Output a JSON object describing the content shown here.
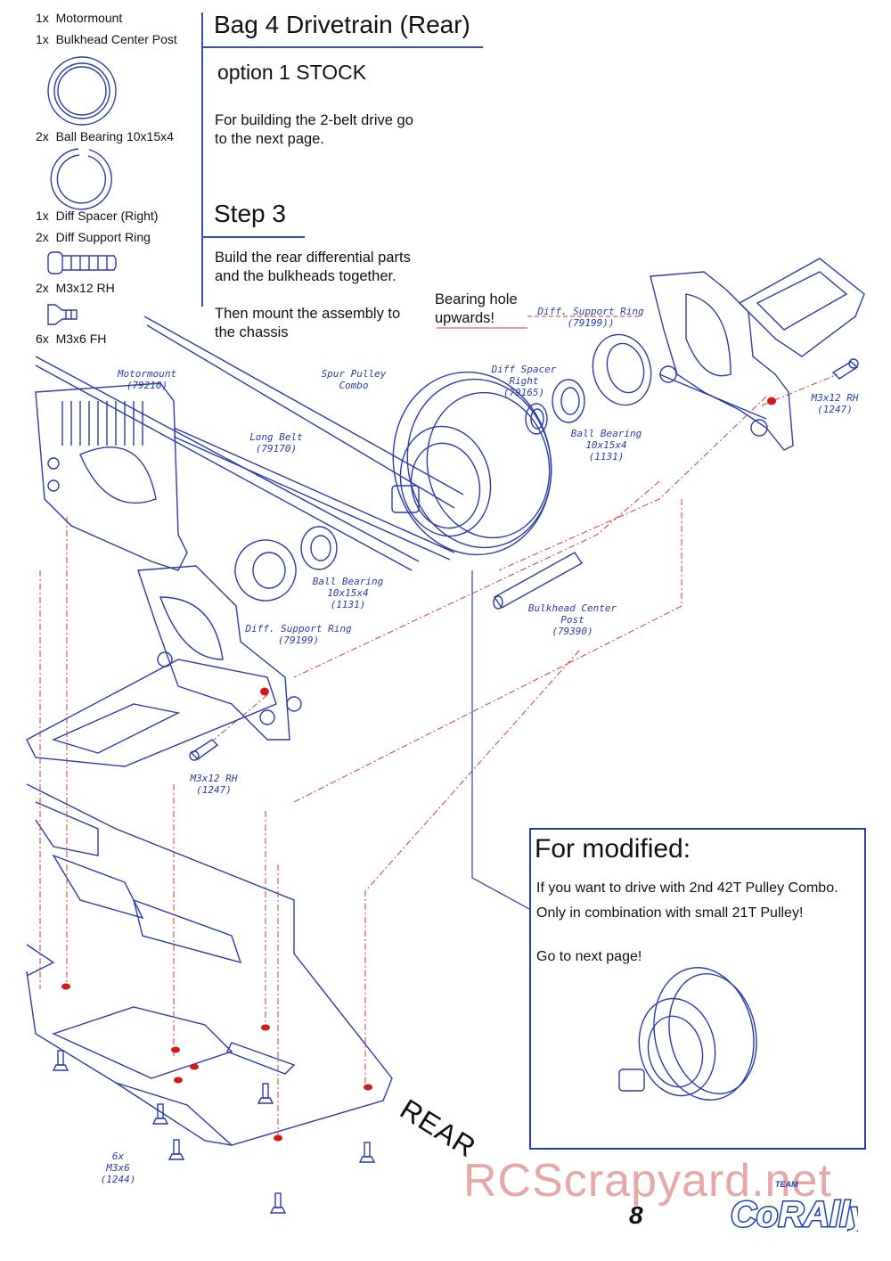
{
  "parts": [
    {
      "qty": "1x",
      "name": "Motormount"
    },
    {
      "qty": "1x",
      "name": "Bulkhead Center Post"
    },
    {
      "qty": "2x",
      "name": "Ball Bearing 10x15x4"
    },
    {
      "qty": "1x",
      "name": "Diff Spacer (Right)"
    },
    {
      "qty": "2x",
      "name": "Diff Support Ring"
    },
    {
      "qty": "2x",
      "name": "M3x12 RH"
    },
    {
      "qty": "6x",
      "name": "M3x6 FH"
    }
  ],
  "header": {
    "title": "Bag 4 Drivetrain (Rear)",
    "option": "option 1 STOCK",
    "intro_1": "For building the 2-belt drive go",
    "intro_2": "to the next page."
  },
  "step": {
    "title": "Step 3",
    "line_1": "Build the rear differential parts",
    "line_2": "and the bulkheads together.",
    "line_3": "Then mount the assembly to",
    "line_4": "the chassis"
  },
  "callout": {
    "line_1": "Bearing hole",
    "line_2": "upwards!"
  },
  "labels": {
    "motormount": "Motormount\n(79210)",
    "spur": "Spur Pulley\nCombo",
    "long_belt": "Long Belt\n(79170)",
    "diff_ring_top": "Diff. Support Ring\n(79199))",
    "diff_spacer": "Diff Spacer\nRight\n(79165)",
    "bearing_top": "Ball Bearing\n10x15x4\n(1131)",
    "screw_right": "M3x12 RH\n(1247)",
    "bearing_mid": "Ball Bearing\n10x15x4\n(1131)",
    "diff_ring_mid": "Diff. Support Ring\n(79199)",
    "center_post": "Bulkhead Center\nPost\n(79390)",
    "screw_left": "M3x12 RH\n(1247)",
    "fh_screws": "6x\nM3x6\n(1244)"
  },
  "modified": {
    "title": "For modified:",
    "line_1": "If you want to drive with 2nd 42T Pulley Combo.",
    "line_2": "Only in combination with small 21T Pulley!",
    "line_3": "Go to next page!"
  },
  "rear_label": "REAR",
  "page_number": "8",
  "watermark": "RCScrapyard.net",
  "logo_text": "CORALLY",
  "logo_small": "TEAM",
  "colors": {
    "line": "#2a3ca8",
    "guide": "#d23a3a",
    "accent_red": "#d21a1a"
  }
}
